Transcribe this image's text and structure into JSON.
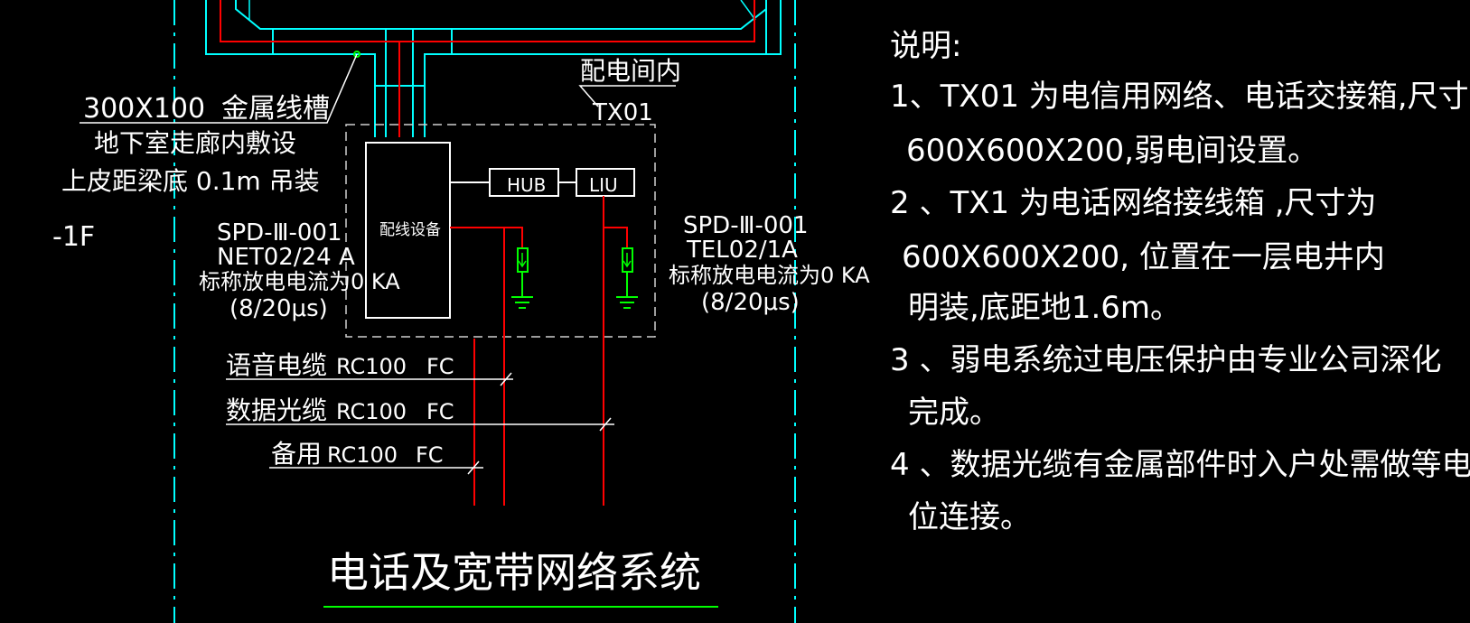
{
  "colors": {
    "background": "#000000",
    "text": "#ffffff",
    "cyan": "#00ffff",
    "red": "#ff0000",
    "green": "#00ff00",
    "gray_dashed": "#d0d0d0"
  },
  "diagram": {
    "tray_label_size": "300X100",
    "tray_label_name": "金属线槽",
    "tray_route": "地下室走廊内敷设",
    "tray_mount": "上皮距梁底 0.1m  吊装",
    "floor_label": "-1F",
    "room_label": "配电间内",
    "box_id": "TX01",
    "distribution_device": "配线设备",
    "hub_label": "HUB",
    "liu_label": "LIU",
    "spd_left": {
      "model": "SPD-Ⅲ-001",
      "spec": "NET02/24 A",
      "discharge": "标称放电电流为0 KA",
      "waveform": "(8/20μs)"
    },
    "spd_right": {
      "model": "SPD-Ⅲ-001",
      "spec": "TEL02/1A",
      "discharge": "标称放电电流为0 KA",
      "waveform": "(8/20μs)"
    },
    "cables": [
      {
        "name": "语音电缆",
        "conduit": "RC100",
        "laying": "FC"
      },
      {
        "name": "数据光缆",
        "conduit": "RC100",
        "laying": "FC"
      },
      {
        "name": "备用",
        "conduit": "RC100",
        "laying": "FC"
      }
    ],
    "title": "电话及宽带网络系统"
  },
  "notes": {
    "heading": "说明:",
    "lines": [
      "1、TX01  为电信用网络、电话交接箱,尺寸",
      "600X600X200,弱电间设置。",
      "2 、TX1  为电话网络接线箱 ,尺寸为",
      "600X600X200,          位置在一层电井内",
      "明装,底距地1.6m。",
      "3 、弱电系统过电压保护由专业公司深化",
      "完成。",
      "4 、数据光缆有金属部件时入户处需做等电",
      "位连接。"
    ]
  }
}
